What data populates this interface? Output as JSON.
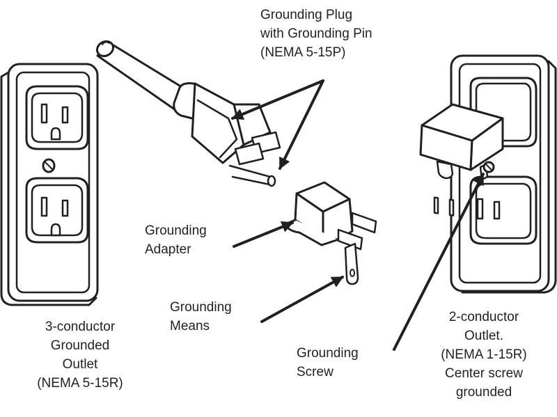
{
  "labels": {
    "grounding_plug": [
      "Grounding Plug",
      "with Grounding Pin",
      "(NEMA 5-15P)"
    ],
    "grounding_adapter": [
      "Grounding",
      "Adapter"
    ],
    "grounding_means": [
      "Grounding",
      "Means"
    ],
    "grounding_screw": [
      "Grounding",
      "Screw"
    ],
    "three_conductor_outlet": [
      "3-conductor",
      "Grounded",
      "Outlet",
      "(NEMA 5-15R)"
    ],
    "two_conductor_outlet": [
      "2-conductor",
      "Outlet.",
      "(NEMA 1-15R)",
      "Center screw",
      "grounded"
    ]
  },
  "colors": {
    "stroke": "#231f20",
    "fill": "#ffffff"
  }
}
